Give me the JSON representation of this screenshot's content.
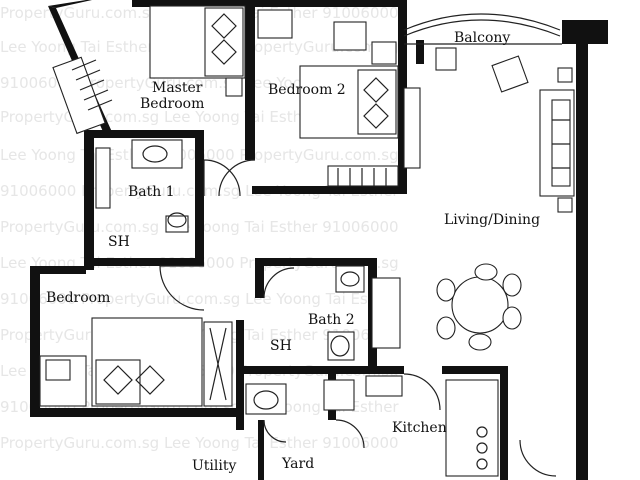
{
  "watermark": {
    "line1": "PropertyGuru.com.sg Lee Yoong Tai Esther 91006000",
    "line2": "Lee Yoong Tai Esther 91006000 PropertyGuru.com.sg",
    "line3": "91006000 PropertyGuru.com.sg Lee Yoong Tai Esther"
  },
  "rooms": {
    "master_bedroom_1": "Master",
    "master_bedroom_2": "Bedroom",
    "bedroom2": "Bedroom 2",
    "balcony": "Balcony",
    "living_dining": "Living/Dining",
    "bath1": "Bath 1",
    "sh1": "SH",
    "bedroom3": "Bedroom",
    "bath2": "Bath 2",
    "sh2": "SH",
    "kitchen": "Kitchen",
    "utility": "Utility",
    "yard": "Yard"
  }
}
